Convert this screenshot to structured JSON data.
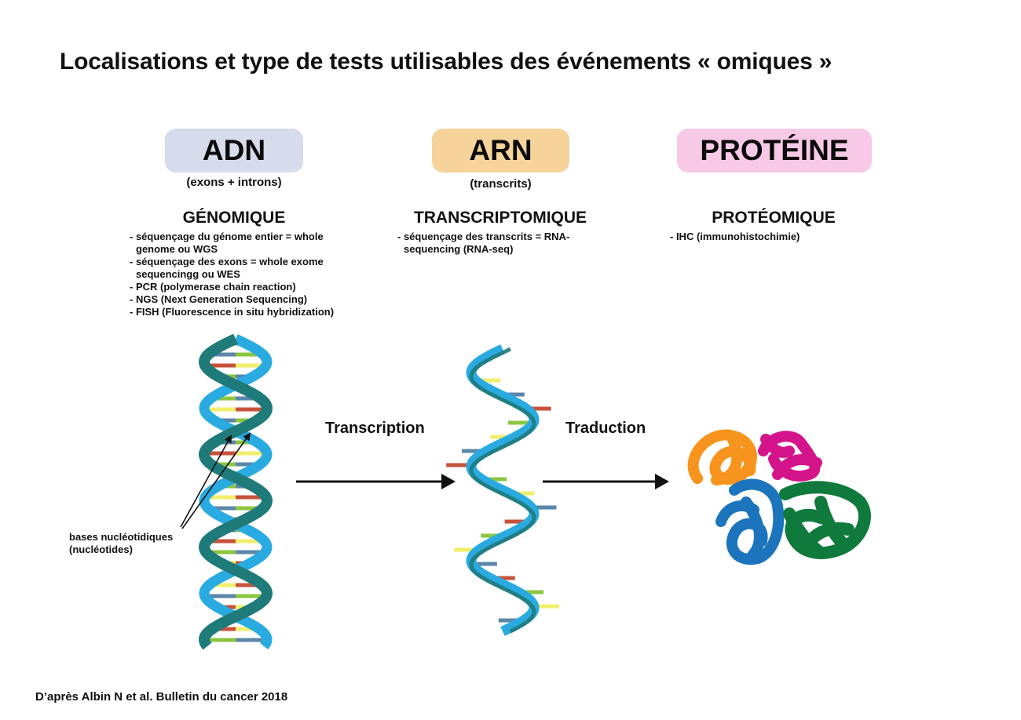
{
  "title": "Localisations et type de tests utilisables des événements « omiques »",
  "levels": [
    {
      "label": "ADN",
      "subtitle": "(exons + introns)",
      "color": "#d6dcec"
    },
    {
      "label": "ARN",
      "subtitle": "(transcrits)",
      "color": "#f6d39b"
    },
    {
      "label": "PROTÉINE",
      "color": "#f8c9e7"
    }
  ],
  "categories": [
    {
      "name": "GÉNOMIQUE",
      "tests": [
        "- séquençage du génome entier = whole genome ou WGS",
        "- séquençage des exons = whole exome sequencingg ou WES",
        "- PCR (polymerase chain reaction)",
        "- NGS (Next Generation Sequencing)",
        "- FISH (Fluorescence in situ hybridization)"
      ]
    },
    {
      "name": "TRANSCRIPTOMIQUE",
      "tests": [
        "- séquençage des transcrits = RNA-sequencing (RNA-seq)"
      ]
    },
    {
      "name": "PROTÉOMIQUE",
      "tests": [
        "- IHC (immunohistochimie)"
      ]
    }
  ],
  "steps": [
    "Transcription",
    "Traduction"
  ],
  "annotation": {
    "line1": "bases nucléotidiques",
    "line2": "(nucléotides)"
  },
  "source": "D’après Albin N et al. Bulletin du cancer 2018",
  "colors": {
    "strand_dark": "#1f7a7a",
    "strand_light": "#29abe2",
    "base_colors": [
      "#c8523a",
      "#8cc63f",
      "#f2ee6b",
      "#5b86a8"
    ],
    "protein_colors": [
      "#f7941d",
      "#d4148a",
      "#1c75bc",
      "#0f7a3c"
    ]
  },
  "icons": [
    "dna-double-helix-icon",
    "rna-single-strand-icon",
    "protein-fold-icon",
    "arrow-right-icon"
  ]
}
